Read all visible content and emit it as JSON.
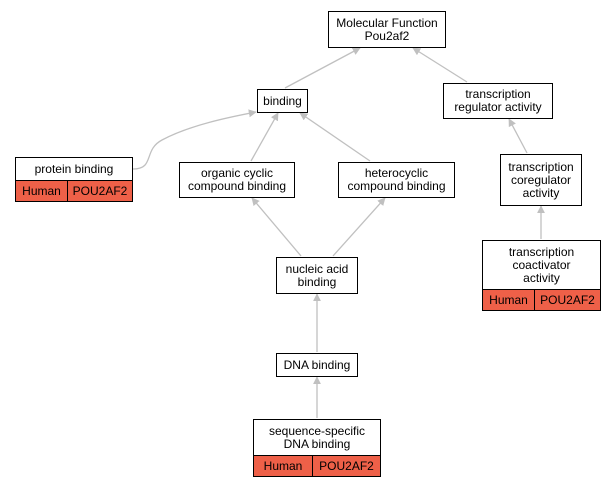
{
  "colors": {
    "edge": "#c0c0c0",
    "annotation": "#ee6048",
    "border": "#000000"
  },
  "nodes": {
    "molecular_function": {
      "lines": [
        "Molecular Function",
        "Pou2af2"
      ]
    },
    "binding": {
      "lines": [
        "binding"
      ]
    },
    "transcription_regulator_activity": {
      "lines": [
        "transcription",
        "regulator activity"
      ]
    },
    "protein_binding": {
      "lines": [
        "protein binding"
      ],
      "annotation": {
        "species": "Human",
        "gene": "POU2AF2"
      }
    },
    "organic_cyclic_compound_binding": {
      "lines": [
        "organic cyclic",
        "compound binding"
      ]
    },
    "heterocyclic_compound_binding": {
      "lines": [
        "heterocyclic",
        "compound binding"
      ]
    },
    "transcription_coregulator_activity": {
      "lines": [
        "transcription",
        "coregulator",
        "activity"
      ]
    },
    "nucleic_acid_binding": {
      "lines": [
        "nucleic acid",
        "binding"
      ]
    },
    "transcription_coactivator_activity": {
      "lines": [
        "transcription",
        "coactivator",
        "activity"
      ],
      "annotation": {
        "species": "Human",
        "gene": "POU2AF2"
      }
    },
    "dna_binding": {
      "lines": [
        "DNA binding"
      ]
    },
    "sequence_specific_dna_binding": {
      "lines": [
        "sequence-specific",
        "DNA binding"
      ],
      "annotation": {
        "species": "Human",
        "gene": "POU2AF2"
      }
    }
  },
  "edges": [
    {
      "from": "binding",
      "to": "molecular_function"
    },
    {
      "from": "transcription_regulator_activity",
      "to": "molecular_function"
    },
    {
      "from": "protein_binding",
      "to": "binding"
    },
    {
      "from": "organic_cyclic_compound_binding",
      "to": "binding"
    },
    {
      "from": "heterocyclic_compound_binding",
      "to": "binding"
    },
    {
      "from": "transcription_coregulator_activity",
      "to": "transcription_regulator_activity"
    },
    {
      "from": "transcription_coactivator_activity",
      "to": "transcription_coregulator_activity"
    },
    {
      "from": "nucleic_acid_binding",
      "to": "organic_cyclic_compound_binding"
    },
    {
      "from": "nucleic_acid_binding",
      "to": "heterocyclic_compound_binding"
    },
    {
      "from": "dna_binding",
      "to": "nucleic_acid_binding"
    },
    {
      "from": "sequence_specific_dna_binding",
      "to": "dna_binding"
    }
  ]
}
